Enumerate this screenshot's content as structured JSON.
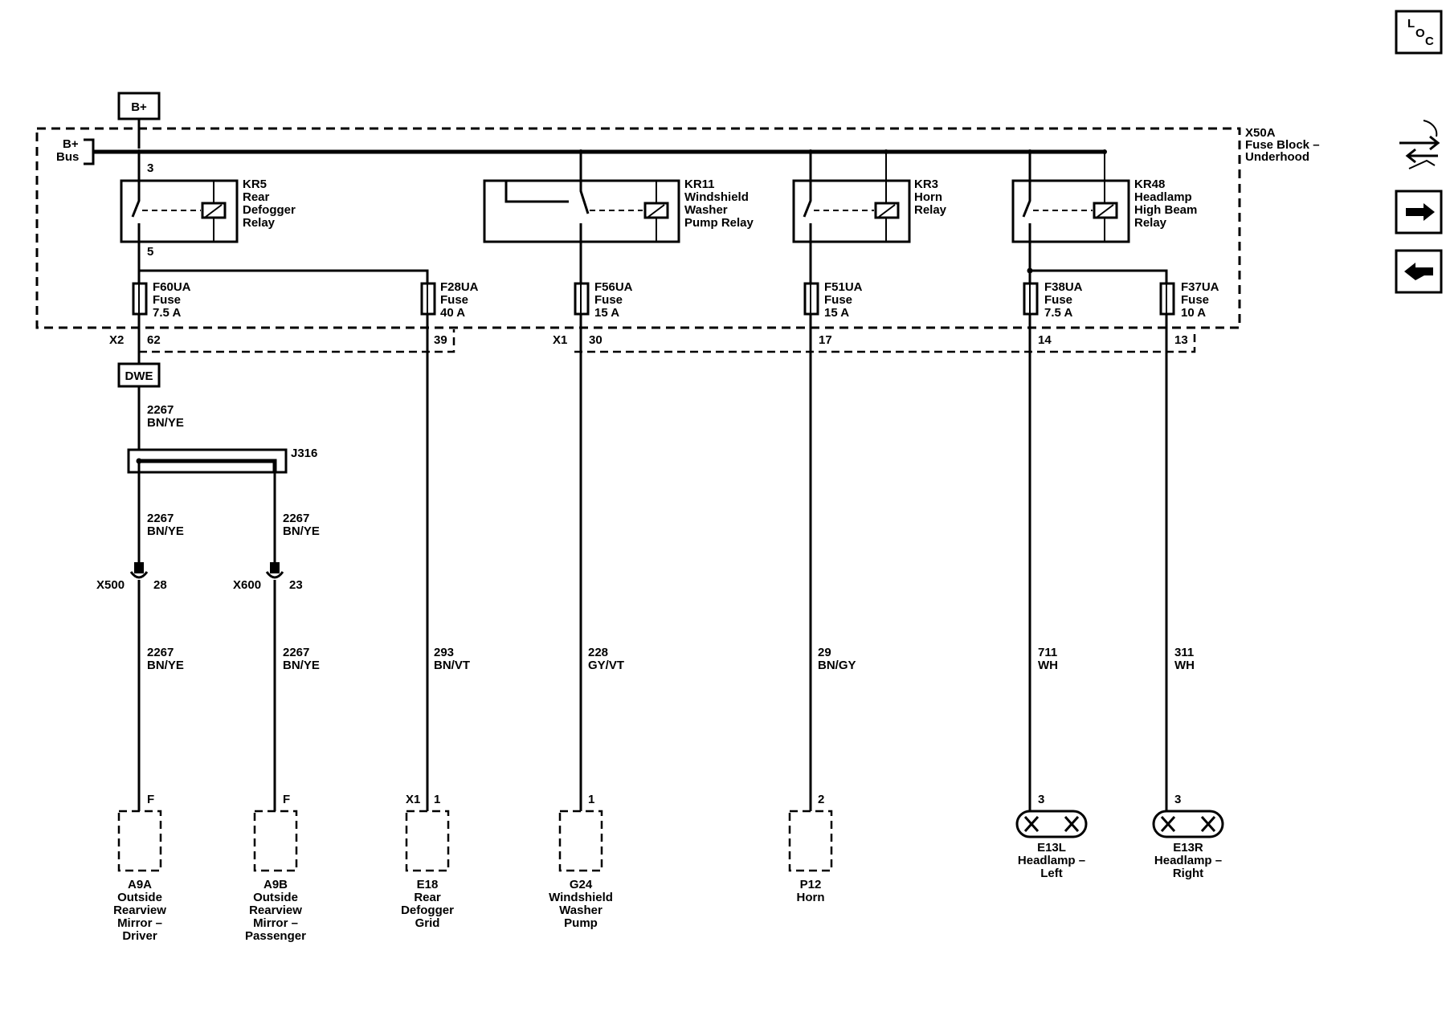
{
  "loc_icon": {
    "letters": [
      "L",
      "O",
      "C"
    ]
  },
  "nav_icons": [
    "wrench-swap-icon",
    "arrow-right-icon",
    "arrow-left-icon"
  ],
  "supply": {
    "label": "B+"
  },
  "fuse_block": {
    "name": "X50A",
    "desc1": "Fuse Block –",
    "desc2": "Underhood",
    "bus1": "B+",
    "bus2": "Bus"
  },
  "relays": [
    {
      "name": "KR5",
      "lines": [
        "Rear",
        "Defogger",
        "Relay"
      ],
      "pin_in": "3",
      "pin_out": "5"
    },
    {
      "name": "KR11",
      "lines": [
        "Windshield",
        "Washer",
        "Pump Relay"
      ]
    },
    {
      "name": "KR3",
      "lines": [
        "Horn",
        "Relay"
      ]
    },
    {
      "name": "KR48",
      "lines": [
        "Headlamp",
        "High Beam",
        "Relay"
      ]
    }
  ],
  "fuses": [
    {
      "name": "F60UA",
      "type": "Fuse",
      "rating": "7.5 A"
    },
    {
      "name": "F28UA",
      "type": "Fuse",
      "rating": "40 A"
    },
    {
      "name": "F56UA",
      "type": "Fuse",
      "rating": "15 A"
    },
    {
      "name": "F51UA",
      "type": "Fuse",
      "rating": "15 A"
    },
    {
      "name": "F38UA",
      "type": "Fuse",
      "rating": "7.5 A"
    },
    {
      "name": "F37UA",
      "type": "Fuse",
      "rating": "10 A"
    }
  ],
  "connectors": {
    "x2": {
      "name": "X2",
      "pins": [
        "62",
        "39"
      ]
    },
    "x1": {
      "name": "X1",
      "pins": [
        "30",
        "17",
        "14",
        "13"
      ]
    }
  },
  "option_box": {
    "label": "DWE"
  },
  "splice": {
    "name": "J316"
  },
  "inline_connectors": [
    {
      "name": "X500",
      "pin": "28"
    },
    {
      "name": "X600",
      "pin": "23"
    }
  ],
  "wires": [
    {
      "circuit": "2267",
      "color": "BN/YE"
    },
    {
      "circuit": "2267",
      "color": "BN/YE"
    },
    {
      "circuit": "2267",
      "color": "BN/YE"
    },
    {
      "circuit": "2267",
      "color": "BN/YE"
    },
    {
      "circuit": "2267",
      "color": "BN/YE"
    },
    {
      "circuit": "293",
      "color": "BN/VT"
    },
    {
      "circuit": "228",
      "color": "GY/VT"
    },
    {
      "circuit": "29",
      "color": "BN/GY"
    },
    {
      "circuit": "711",
      "color": "WH"
    },
    {
      "circuit": "311",
      "color": "WH"
    }
  ],
  "components": [
    {
      "pin": "F",
      "lines": [
        "A9A",
        "Outside",
        "Rearview",
        "Mirror –",
        "Driver"
      ]
    },
    {
      "pin": "F",
      "lines": [
        "A9B",
        "Outside",
        "Rearview",
        "Mirror –",
        "Passenger"
      ]
    },
    {
      "conn": "X1",
      "pin": "1",
      "lines": [
        "E18",
        "Rear",
        "Defogger",
        "Grid"
      ]
    },
    {
      "pin": "1",
      "lines": [
        "G24",
        "Windshield",
        "Washer",
        "Pump"
      ]
    },
    {
      "pin": "2",
      "lines": [
        "P12",
        "Horn"
      ]
    },
    {
      "pin": "3",
      "lines": [
        "E13L",
        "Headlamp –",
        "Left"
      ]
    },
    {
      "pin": "3",
      "lines": [
        "E13R",
        "Headlamp –",
        "Right"
      ]
    }
  ]
}
